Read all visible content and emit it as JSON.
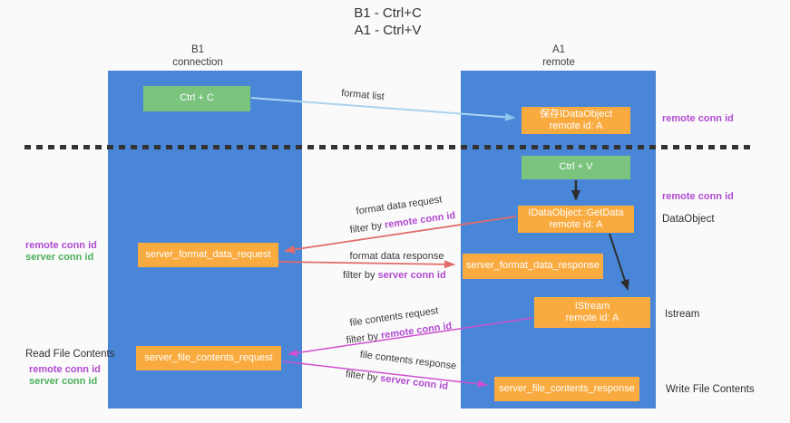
{
  "title": {
    "line1": "B1 - Ctrl+C",
    "line2": "A1 - Ctrl+V"
  },
  "columns": {
    "left": {
      "name": "B1",
      "subtitle": "connection"
    },
    "right": {
      "name": "A1",
      "subtitle": "remote"
    }
  },
  "boxes": {
    "ctrl_c": {
      "label": "Ctrl + C"
    },
    "ctrl_v": {
      "label": "Ctrl + V"
    },
    "save_dataobject": {
      "line1": "保存IDataObject",
      "line2": "remote id: A"
    },
    "getdata": {
      "line1": "IDataObject::GetData",
      "line2": "remote id: A"
    },
    "istream": {
      "line1": "IStream",
      "line2": "remote id: A"
    },
    "server_format_data_request": {
      "label": "server_format_data_request"
    },
    "server_format_data_response": {
      "label": "server_format_data_response"
    },
    "server_file_contents_request": {
      "label": "server_file_contents_request"
    },
    "server_file_contents_response": {
      "label": "server_file_contents_response"
    }
  },
  "annotations": {
    "format_list": "format list",
    "format_data_request": "format data request",
    "format_data_response": "format data response",
    "file_contents_request": "file contents request",
    "file_contents_response": "file contents response",
    "filter_by": "filter by ",
    "remote_conn_id": "remote conn id",
    "server_conn_id": "server conn id"
  },
  "side_labels": {
    "remote_conn_id": "remote conn id",
    "server_conn_id": "server conn id",
    "dataobject": "DataObject",
    "istream": "Istream",
    "read_file_contents": "Read File Contents",
    "write_file_contents": "Write File Contents"
  },
  "colors": {
    "column_blue": "#4a86d8",
    "box_green": "#7bc47e",
    "box_orange": "#f9ab40",
    "purple_text": "#b04ad0",
    "green_text": "#4daf5c",
    "arrow_red": "#e06c6c",
    "arrow_magenta": "#cf4fcf",
    "arrow_lightblue": "#a9d3f0",
    "arrow_black": "#2d2d2d"
  }
}
